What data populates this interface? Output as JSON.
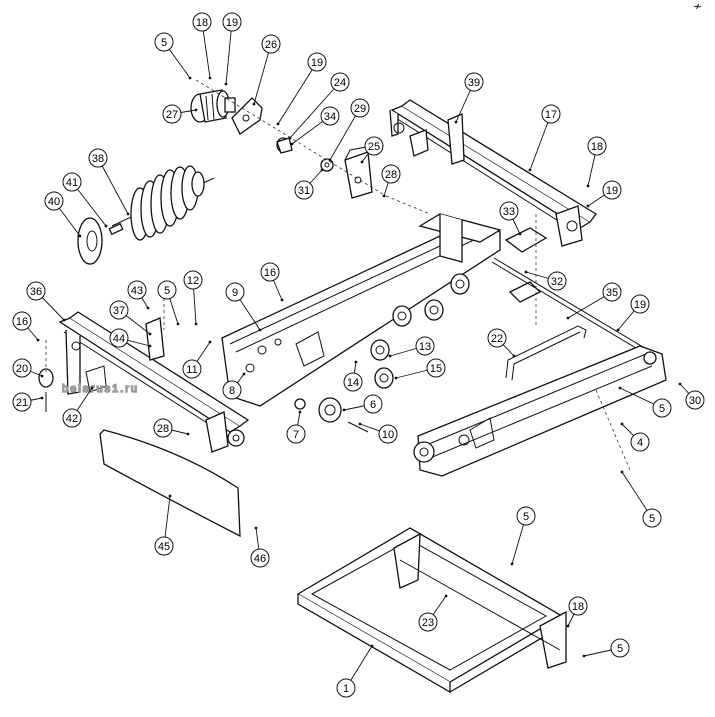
{
  "watermark": "belarus1.ru",
  "corner_mark": "≁",
  "callouts": [
    {
      "id": "c18a",
      "label": "18"
    },
    {
      "id": "c19a",
      "label": "19"
    },
    {
      "id": "c5a",
      "label": "5"
    },
    {
      "id": "c26",
      "label": "26"
    },
    {
      "id": "c19b",
      "label": "19"
    },
    {
      "id": "c27",
      "label": "27"
    },
    {
      "id": "c24",
      "label": "24"
    },
    {
      "id": "c34",
      "label": "34"
    },
    {
      "id": "c29",
      "label": "29"
    },
    {
      "id": "c39",
      "label": "39"
    },
    {
      "id": "c17",
      "label": "17"
    },
    {
      "id": "c38",
      "label": "38"
    },
    {
      "id": "c25",
      "label": "25"
    },
    {
      "id": "c31",
      "label": "31"
    },
    {
      "id": "c28a",
      "label": "28"
    },
    {
      "id": "c18b",
      "label": "18"
    },
    {
      "id": "c19c",
      "label": "19"
    },
    {
      "id": "c41",
      "label": "41"
    },
    {
      "id": "c40",
      "label": "40"
    },
    {
      "id": "c33",
      "label": "33"
    },
    {
      "id": "c16a",
      "label": "16"
    },
    {
      "id": "c32",
      "label": "32"
    },
    {
      "id": "c36",
      "label": "36"
    },
    {
      "id": "c43",
      "label": "43"
    },
    {
      "id": "c5b",
      "label": "5"
    },
    {
      "id": "c12",
      "label": "12"
    },
    {
      "id": "c9",
      "label": "9"
    },
    {
      "id": "c35",
      "label": "35"
    },
    {
      "id": "c19d",
      "label": "19"
    },
    {
      "id": "c37",
      "label": "37"
    },
    {
      "id": "c16b",
      "label": "16"
    },
    {
      "id": "c44",
      "label": "44"
    },
    {
      "id": "c11",
      "label": "11"
    },
    {
      "id": "c22",
      "label": "22"
    },
    {
      "id": "c13",
      "label": "13"
    },
    {
      "id": "c20",
      "label": "20"
    },
    {
      "id": "c8",
      "label": "8"
    },
    {
      "id": "c14",
      "label": "14"
    },
    {
      "id": "c15",
      "label": "15"
    },
    {
      "id": "c5c",
      "label": "5"
    },
    {
      "id": "c30",
      "label": "30"
    },
    {
      "id": "c21",
      "label": "21"
    },
    {
      "id": "c42",
      "label": "42"
    },
    {
      "id": "c6",
      "label": "6"
    },
    {
      "id": "c7",
      "label": "7"
    },
    {
      "id": "c4",
      "label": "4"
    },
    {
      "id": "c28b",
      "label": "28"
    },
    {
      "id": "c10",
      "label": "10"
    },
    {
      "id": "c5d",
      "label": "5"
    },
    {
      "id": "c45",
      "label": "45"
    },
    {
      "id": "c46",
      "label": "46"
    },
    {
      "id": "c5e",
      "label": "5"
    },
    {
      "id": "c18c",
      "label": "18"
    },
    {
      "id": "c23",
      "label": "23"
    },
    {
      "id": "c5f",
      "label": "5"
    },
    {
      "id": "c1",
      "label": "1"
    }
  ]
}
